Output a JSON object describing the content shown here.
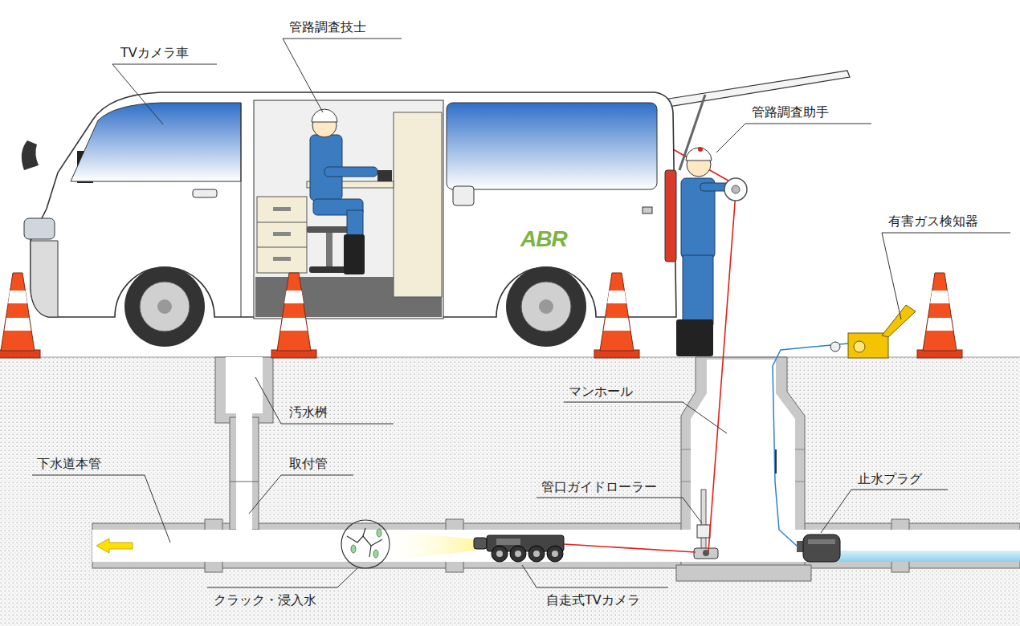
{
  "diagram": {
    "labels": [
      "TVカメラ車",
      "管路調査技士",
      "管路調査助手",
      "有害ガス検知器",
      "ABR",
      "汚水桝",
      "マンホール",
      "下水道本管",
      "取付管",
      "管口ガイドローラー",
      "止水プラグ",
      "クラック・浸入水",
      "自走式TVカメラ"
    ]
  }
}
